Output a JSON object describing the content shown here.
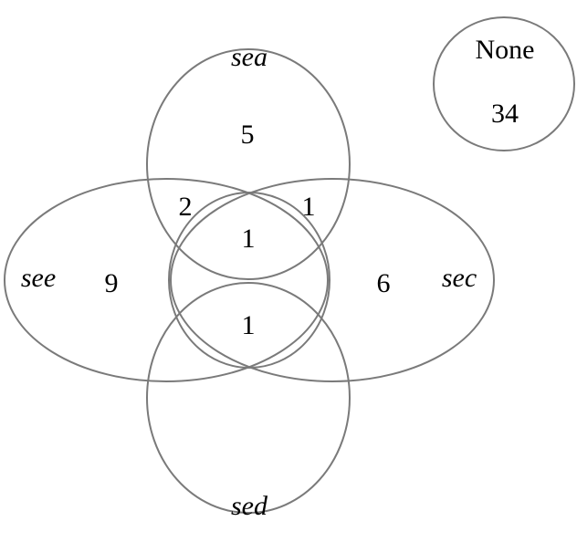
{
  "diagram": {
    "type": "venn",
    "sets": {
      "top": "sea",
      "left": "see",
      "right": "sec",
      "bottom": "sed"
    },
    "regions": {
      "sea_only": "5",
      "see_only": "9",
      "sec_only": "6",
      "sea_see": "2",
      "sea_sec": "1",
      "sea_center": "1",
      "sed_center": "1"
    },
    "none": {
      "label": "None",
      "count": "34"
    },
    "colors": {
      "outline": "#7a7a7a",
      "text": "#000000",
      "background": "#ffffff"
    }
  }
}
